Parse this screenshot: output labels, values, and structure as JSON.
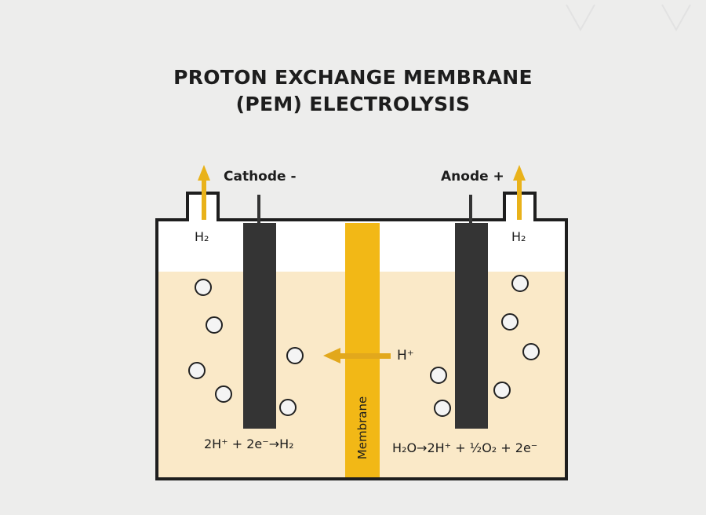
{
  "title": {
    "line1": "PROTON EXCHANGE MEMBRANE",
    "line2": "(PEM) ELECTROLYSIS"
  },
  "electrodes": {
    "cathode_label": "Cathode -",
    "anode_label": "Anode +"
  },
  "gas_outlets": {
    "left_label": "H₂",
    "right_label": "H₂"
  },
  "membrane": {
    "label": "Membrane"
  },
  "proton_flow": {
    "label": "H⁺",
    "direction": "right-to-left"
  },
  "reactions": {
    "cathode": "2H⁺ + 2e⁻→H₂",
    "anode": "H₂O→2H⁺ + ½O₂ + 2e⁻"
  },
  "colors": {
    "background": "#ededec",
    "electrolyte": "#fae9c8",
    "headspace": "#ffffff",
    "container_outline": "#1e1e1e",
    "electrode": "#343434",
    "membrane": "#f2b816",
    "arrow": "#e9b21a",
    "bubble_fill": "#f4f4f4",
    "bubble_stroke": "#222222"
  }
}
